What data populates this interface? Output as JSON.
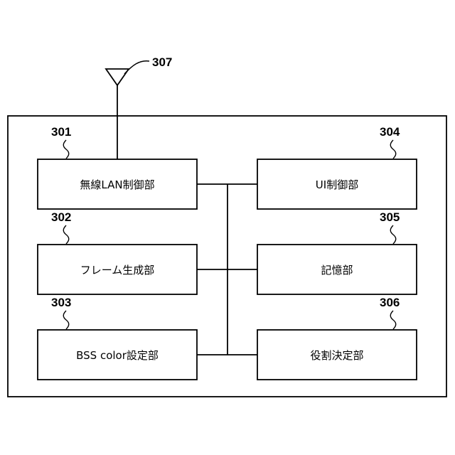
{
  "antenna": {
    "ref": "307"
  },
  "blocks": {
    "b301": {
      "ref": "301",
      "label": "無線LAN制御部"
    },
    "b302": {
      "ref": "302",
      "label": "フレーム生成部"
    },
    "b303": {
      "ref": "303",
      "label": "BSS color設定部"
    },
    "b304": {
      "ref": "304",
      "label": "UI制御部"
    },
    "b305": {
      "ref": "305",
      "label": "記憶部"
    },
    "b306": {
      "ref": "306",
      "label": "役割決定部"
    }
  }
}
